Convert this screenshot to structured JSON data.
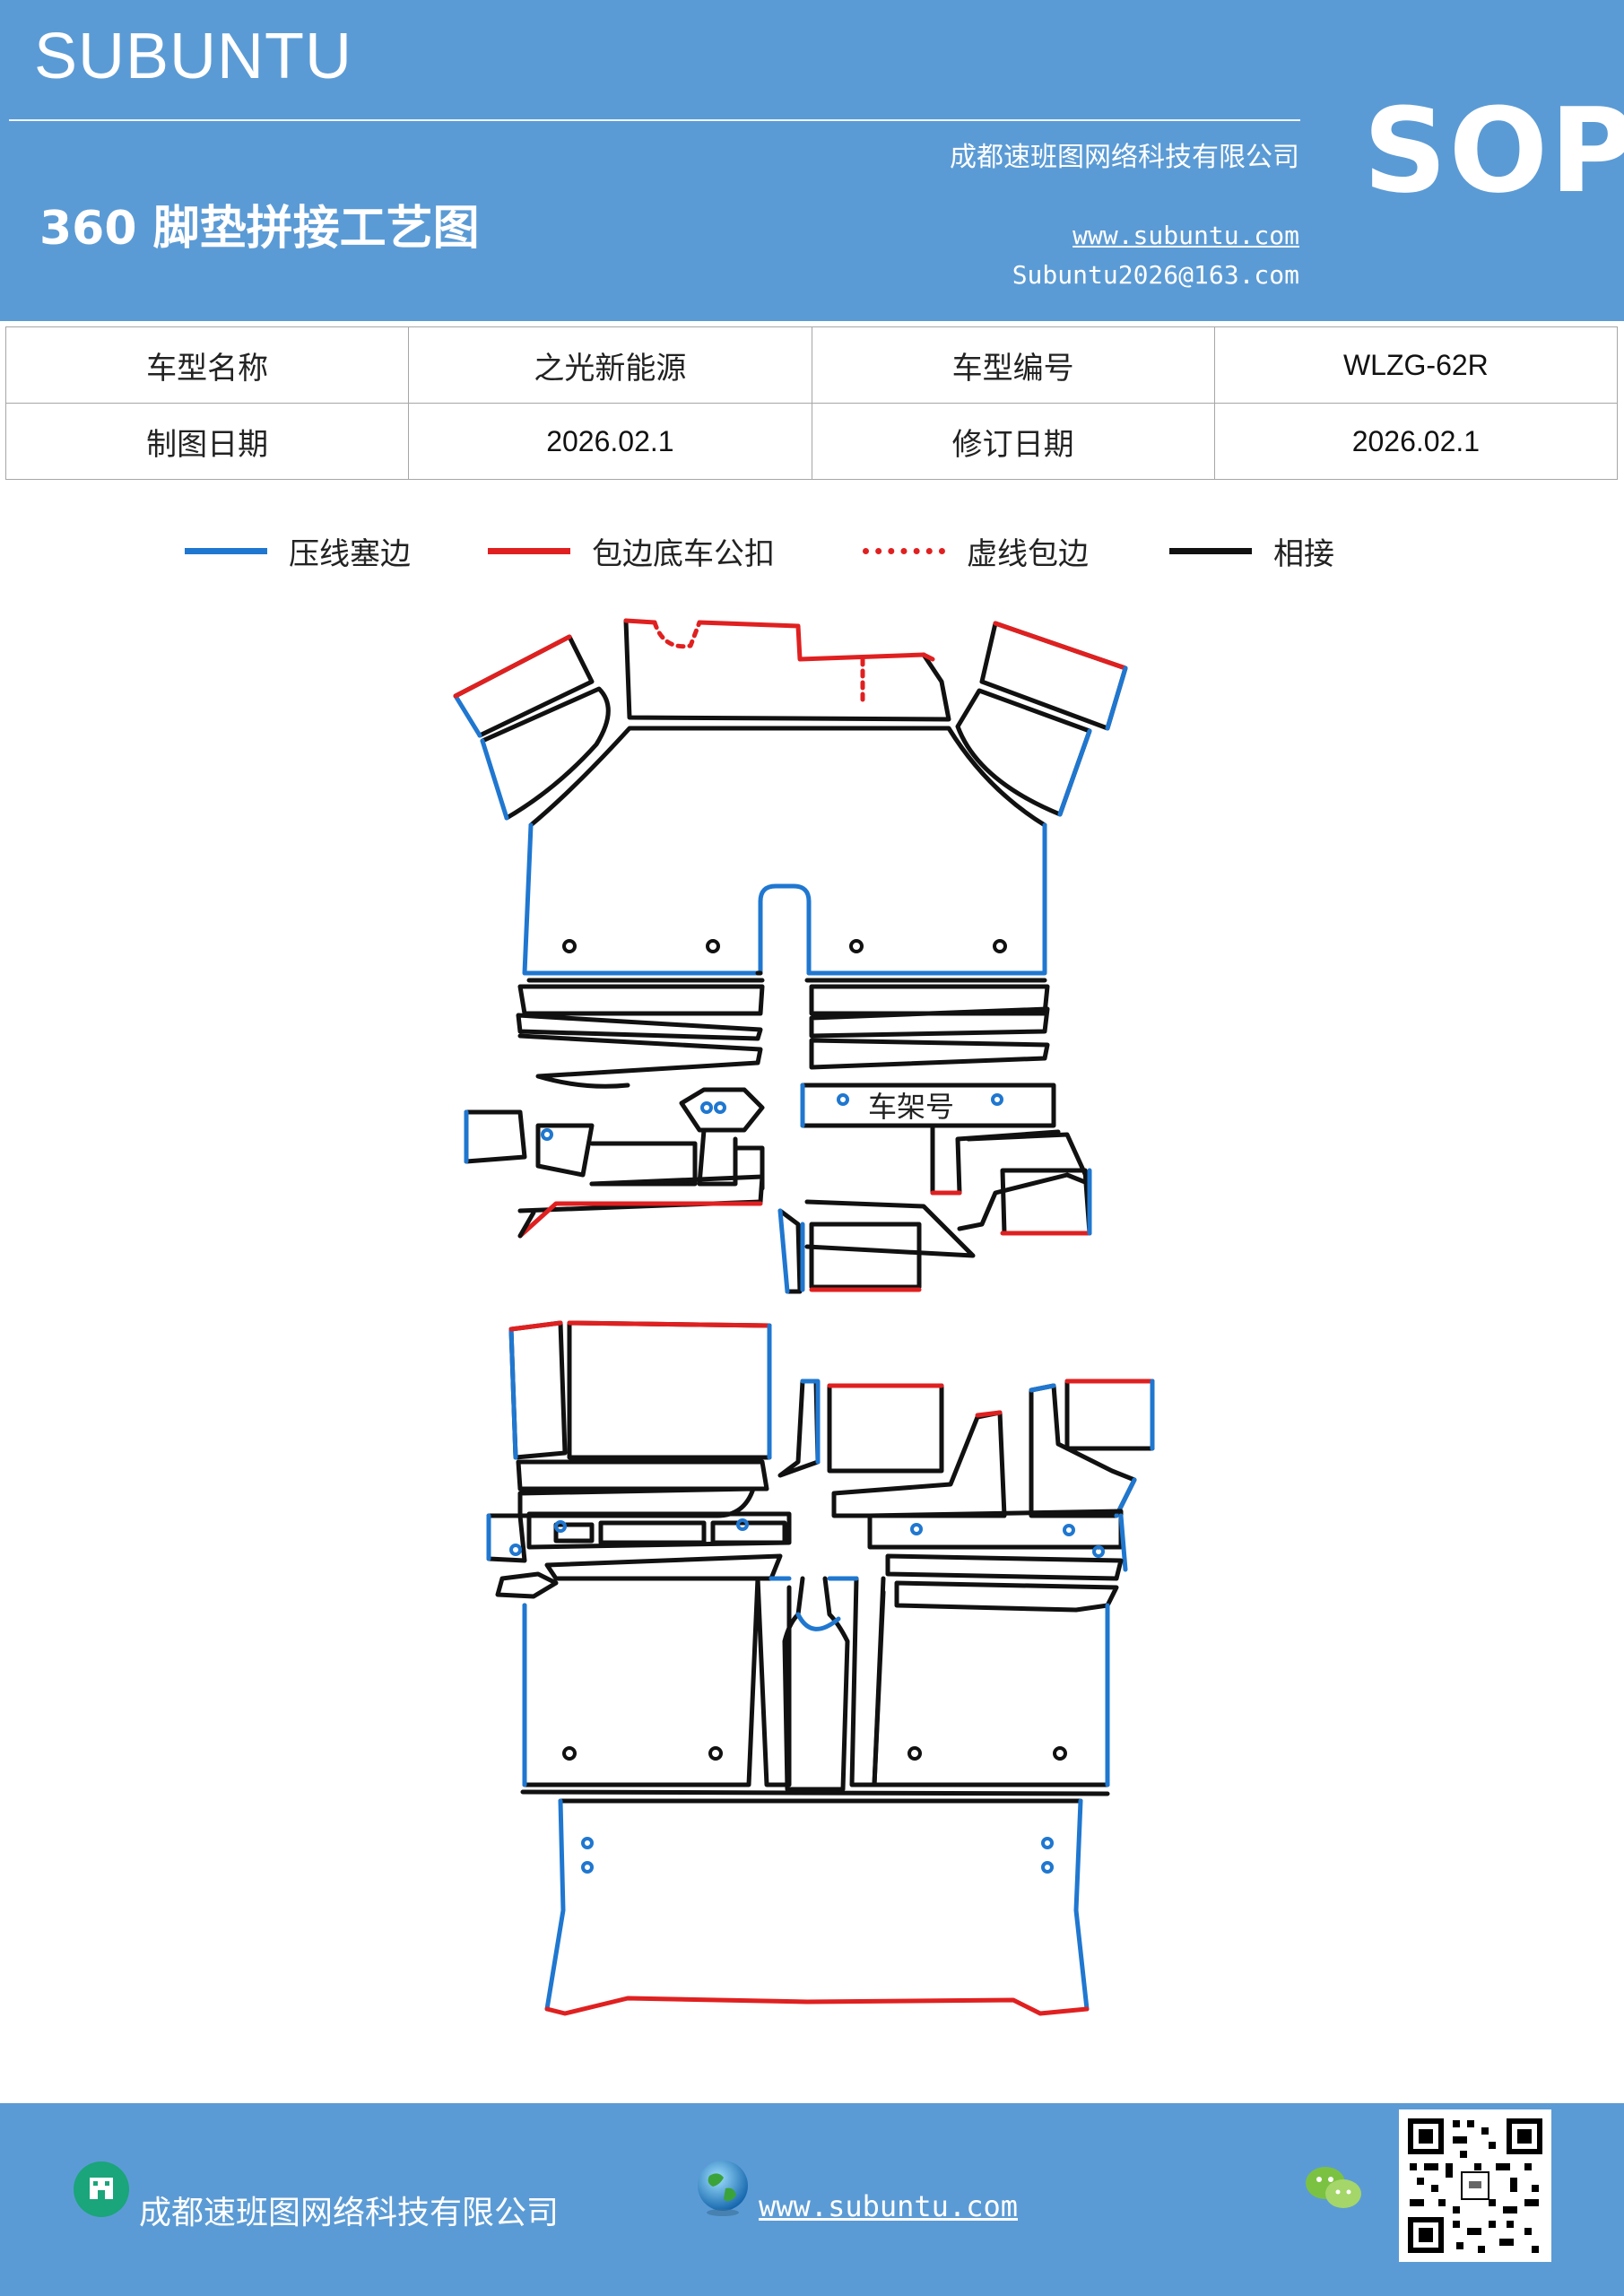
{
  "header": {
    "brand": "SUBUNTU",
    "company": "成都速班图网络科技有限公司",
    "title": "360 脚垫拼接工艺图",
    "website": "www.subuntu.com",
    "email": "Subuntu2026@163.com",
    "badge": "SOP"
  },
  "info": {
    "row1": {
      "label1": "车型名称",
      "value1": "之光新能源",
      "label2": "车型编号",
      "value2": "WLZG-62R"
    },
    "row2": {
      "label1": "制图日期",
      "value1": "2026.02.1",
      "label2": "修订日期",
      "value2": "2026.02.1"
    }
  },
  "legend": {
    "items": [
      {
        "label": "压线塞边",
        "color": "#1f77d0",
        "style": "solid"
      },
      {
        "label": "包边底车公扣",
        "color": "#e02020",
        "style": "solid"
      },
      {
        "label": "虚线包边",
        "color": "#e02020",
        "style": "dotted"
      },
      {
        "label": "相接",
        "color": "#111111",
        "style": "solid"
      }
    ]
  },
  "diagram": {
    "annotation": "车架号"
  },
  "footer": {
    "company": "成都速班图网络科技有限公司",
    "website": "www.subuntu.com",
    "icons": [
      "building-icon",
      "globe-icon",
      "wechat-icon",
      "qr-code"
    ]
  },
  "colors": {
    "header_bg": "#5b9bd5",
    "blue_line": "#1f77d0",
    "red_line": "#e02020",
    "black_line": "#111111"
  }
}
